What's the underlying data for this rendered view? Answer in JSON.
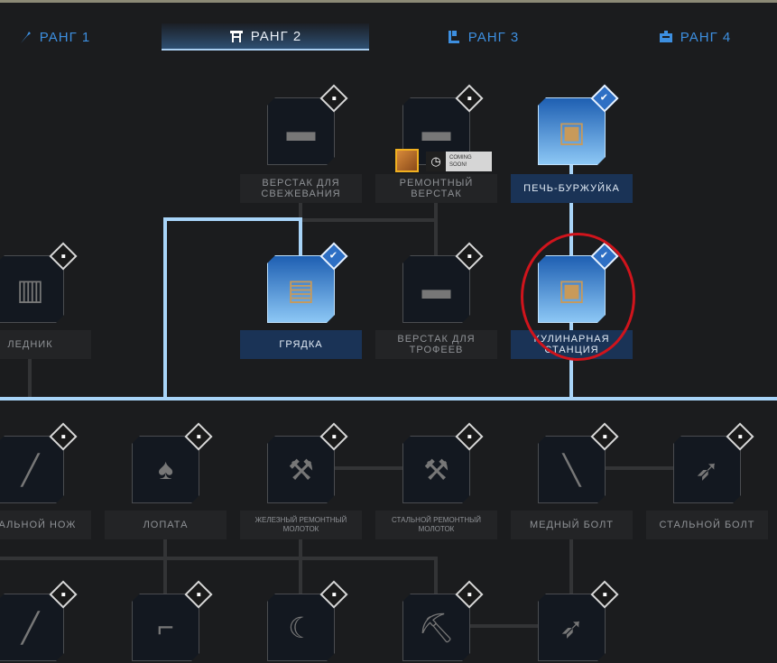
{
  "tabs": [
    {
      "label": "РАНГ 1",
      "icon": "tool-icon",
      "active": false
    },
    {
      "label": "РАНГ 2",
      "icon": "workbench-icon",
      "active": true
    },
    {
      "label": "РАНГ 3",
      "icon": "drill-icon",
      "active": false
    },
    {
      "label": "РАНГ 4",
      "icon": "machine-icon",
      "active": false
    }
  ],
  "nodes": [
    {
      "label": "ВЕРСТАК ДЛЯ СВЕЖЕВАНИЯ",
      "state": "locked"
    },
    {
      "label": "РЕМОНТНЫЙ ВЕРСТАК",
      "state": "locked"
    },
    {
      "label": "ПЕЧЬ-БУРЖУЙКА",
      "state": "unlocked"
    },
    {
      "label": "ЛЕДНИК",
      "state": "locked"
    },
    {
      "label": "ГРЯДКА",
      "state": "unlocked"
    },
    {
      "label": "ВЕРСТАК ДЛЯ ТРОФЕЕВ",
      "state": "locked"
    },
    {
      "label": "КУЛИНАРНАЯ СТАНЦИЯ",
      "state": "unlocked"
    },
    {
      "label": "СТАЛЬНОЙ НОЖ",
      "state": "locked"
    },
    {
      "label": "ЛОПАТА",
      "state": "locked"
    },
    {
      "label": "ЖЕЛЕЗНЫЙ РЕМОНТНЫЙ МОЛОТОК",
      "state": "locked"
    },
    {
      "label": "СТАЛЬНОЙ РЕМОНТНЫЙ МОЛОТОК",
      "state": "locked"
    },
    {
      "label": "МЕДНЫЙ БОЛТ",
      "state": "locked"
    },
    {
      "label": "СТАЛЬНОЙ БОЛТ",
      "state": "locked"
    },
    {
      "label": "",
      "state": "locked"
    },
    {
      "label": "",
      "state": "locked"
    },
    {
      "label": "",
      "state": "locked"
    },
    {
      "label": "",
      "state": "locked"
    },
    {
      "label": "",
      "state": "locked"
    }
  ],
  "coming_soon": "COMING SOON!",
  "colors": {
    "accent": "#3d8fe0",
    "unlocked_line": "#a8d4f8",
    "annotation": "#d0141c"
  }
}
